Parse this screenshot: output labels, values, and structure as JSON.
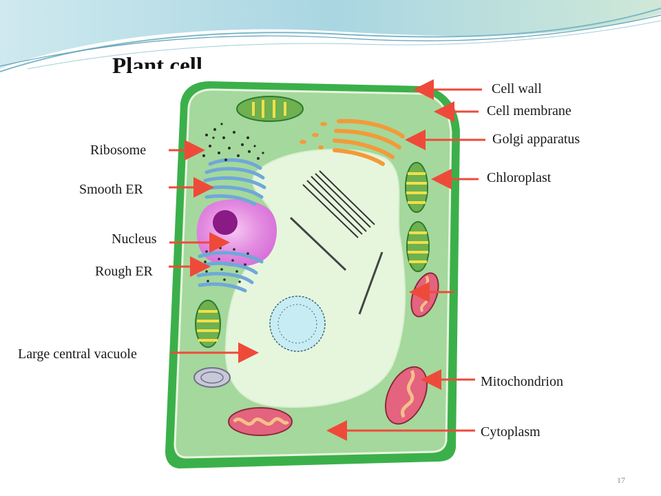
{
  "slide": {
    "title": "Plant cell",
    "page_number": "17"
  },
  "labels": {
    "cell_wall": "Cell wall",
    "cell_membrane": "Cell membrane",
    "golgi_apparatus": "Golgi apparatus",
    "chloroplast": "Chloroplast",
    "ribosome": "Ribosome",
    "smooth_er": "Smooth ER",
    "nucleus": "Nucleus",
    "rough_er": "Rough ER",
    "large_central_vacuole": "Large central vacuole",
    "mitochondrion": "Mitochondrion",
    "cytoplasm": "Cytoplasm"
  },
  "colors": {
    "cell_wall": "#3bb04a",
    "cytoplasm": "#a5d89c",
    "vacuole": "#e6f6dd",
    "arrow": "#ee4a3a",
    "nucleus": "#e07ee0",
    "nucleolus": "#8a1a86",
    "golgi": "#f39a3a",
    "er": "#6fa8d8",
    "header_wave": "#b9dfe8"
  }
}
